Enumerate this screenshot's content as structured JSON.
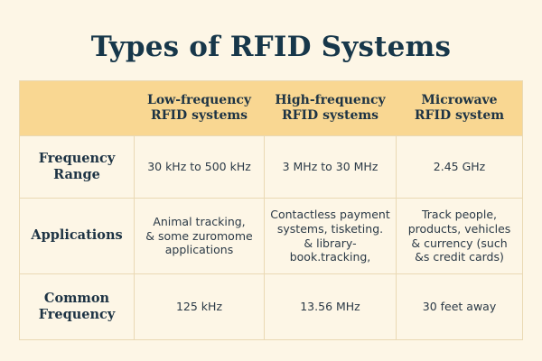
{
  "title": "Types of RFID Systems",
  "columns": [
    [
      "",
      ""
    ],
    [
      "Low-frequency",
      "RFID systems"
    ],
    [
      "High-frequency",
      "RFID systems"
    ],
    [
      "Microwave",
      "RFID system"
    ]
  ],
  "rows": [
    {
      "label": [
        "Frequency",
        "Range"
      ],
      "cells": [
        [
          "30 kHz to 500 kHz"
        ],
        [
          "3 MHz to 30 MHz"
        ],
        [
          "2.45 GHz"
        ]
      ]
    },
    {
      "label": [
        "Applications"
      ],
      "cells": [
        [
          "Animal tracking,",
          "& some zuromome",
          "applications"
        ],
        [
          "Contactless payment",
          "systems, tisketing.",
          "& library-book.tracking,"
        ],
        [
          "Track people,",
          "products, vehicles",
          "& currency (such",
          "&s credit cards)"
        ]
      ]
    },
    {
      "label": [
        "Common",
        "Frequency"
      ],
      "cells": [
        [
          "125 kHz"
        ],
        [
          "13.56 MHz"
        ],
        [
          "30 feet away"
        ]
      ]
    }
  ],
  "colors": {
    "header_bg": "#f9d792",
    "page_bg": "#fdf6e6",
    "title": "#17374a",
    "border": "#ead9b4"
  }
}
